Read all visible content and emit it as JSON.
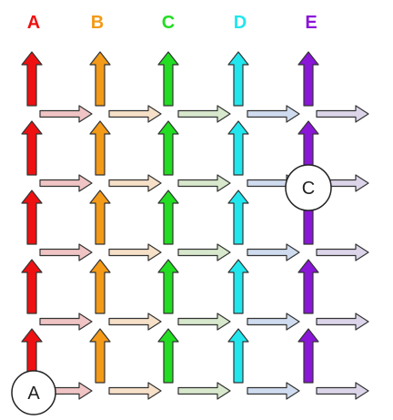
{
  "columns": [
    {
      "label": "A",
      "color": "#ee1111"
    },
    {
      "label": "B",
      "color": "#f39a18"
    },
    {
      "label": "C",
      "color": "#22dd22"
    },
    {
      "label": "D",
      "color": "#22e6ee"
    },
    {
      "label": "E",
      "color": "#8a16d8"
    }
  ],
  "row_count": 5,
  "horizontal_arrow_colors": [
    "#f0c4c4",
    "#f7e0c8",
    "#d7e8cc",
    "#cfdcef",
    "#dcd5ea"
  ],
  "nodes": {
    "start": {
      "label": "A",
      "column": 0,
      "row": 4
    },
    "goal": {
      "label": "C",
      "column": 4,
      "row": 1
    }
  }
}
